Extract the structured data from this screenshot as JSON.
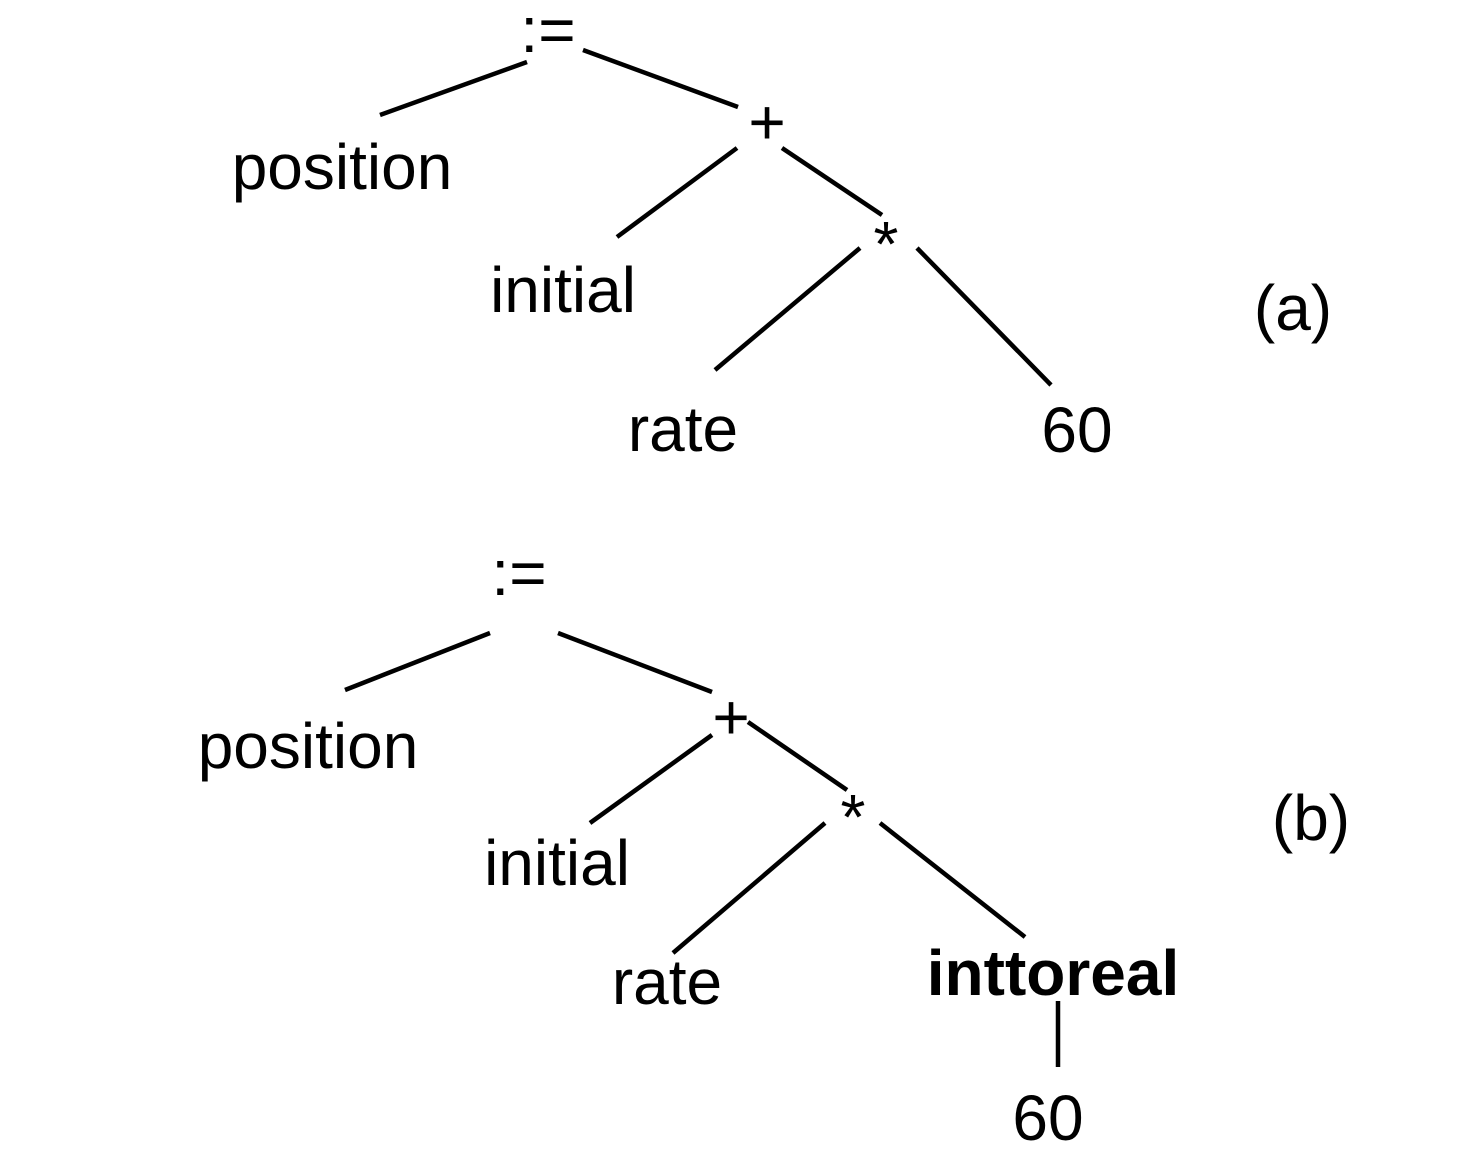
{
  "diagram": {
    "type": "syntax-trees",
    "expression": "position := initial + rate * 60",
    "colors": {
      "text": "#000000",
      "line": "#000000",
      "background": "#ffffff"
    },
    "trees": [
      {
        "caption": "(a)",
        "nodes": {
          "assign": ":=",
          "position": "position",
          "plus": "+",
          "initial": "initial",
          "times": "*",
          "rate": "rate",
          "number": "60"
        },
        "edges": [
          [
            "assign",
            "position"
          ],
          [
            "assign",
            "plus"
          ],
          [
            "plus",
            "initial"
          ],
          [
            "plus",
            "times"
          ],
          [
            "times",
            "rate"
          ],
          [
            "times",
            "number"
          ]
        ]
      },
      {
        "caption": "(b)",
        "nodes": {
          "assign": ":=",
          "position": "position",
          "plus": "+",
          "initial": "initial",
          "times": "*",
          "rate": "rate",
          "inttoreal": "inttoreal",
          "number": "60"
        },
        "edges": [
          [
            "assign",
            "position"
          ],
          [
            "assign",
            "plus"
          ],
          [
            "plus",
            "initial"
          ],
          [
            "plus",
            "times"
          ],
          [
            "times",
            "rate"
          ],
          [
            "times",
            "inttoreal"
          ],
          [
            "inttoreal",
            "number"
          ]
        ]
      }
    ]
  }
}
